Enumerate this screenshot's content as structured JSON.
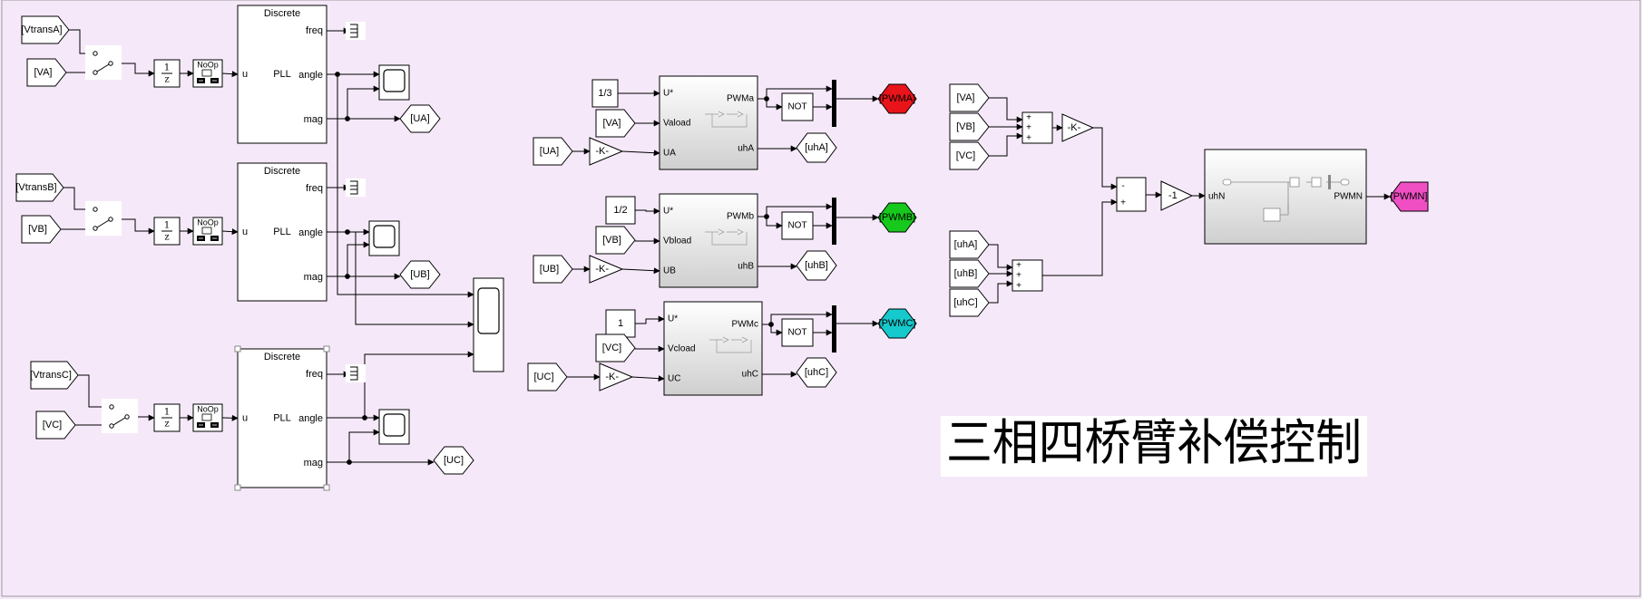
{
  "title": "三相四桥臂补偿控制",
  "colors": {
    "background": "#f5e9f9",
    "pwma": "#e8141a",
    "pwmb": "#17c91c",
    "pwmc": "#16c9cc",
    "pwmn": "#ef4fc3"
  },
  "pll": {
    "header": "Discrete",
    "name": "PLL",
    "in_port": "u",
    "out_ports": [
      "freq",
      "angle",
      "mag"
    ]
  },
  "phases": [
    {
      "trans_tag": "[VtransA]",
      "v_tag": "[VA]",
      "u_tag": "[UA]"
    },
    {
      "trans_tag": "[VtransB]",
      "v_tag": "[VB]",
      "u_tag": "[UB]"
    },
    {
      "trans_tag": "[VtransC]",
      "v_tag": "[VC]",
      "u_tag": "[UC]"
    }
  ],
  "blocks": {
    "delay_num": "1",
    "delay_den": "z",
    "noop": "NoOp",
    "gain": "-K-",
    "not": "NOT",
    "neg_one": "-1"
  },
  "subsystems": [
    {
      "const": "1/3",
      "v_in": "[VA]",
      "u_in": "[UA]",
      "port_u": "U*",
      "port_v": "Vaload",
      "port_ua": "UA",
      "out_pwm": "PWMa",
      "out_uh": "uhA",
      "uh_tag": "[uhA]",
      "pwm_tag": "[PWMA]"
    },
    {
      "const": "1/2",
      "v_in": "[VB]",
      "u_in": "[UB]",
      "port_u": "U*",
      "port_v": "Vbload",
      "port_ua": "UB",
      "out_pwm": "PWMb",
      "out_uh": "uhB",
      "uh_tag": "[uhB]",
      "pwm_tag": "[PWMB]"
    },
    {
      "const": "1",
      "v_in": "[VC]",
      "u_in": "[UC]",
      "port_u": "U*",
      "port_v": "Vcload",
      "port_ua": "UC",
      "out_pwm": "PWMc",
      "out_uh": "uhC",
      "uh_tag": "[uhC]",
      "pwm_tag": "[PWMC]"
    }
  ],
  "neutral": {
    "v_tags": [
      "[VA]",
      "[VB]",
      "[VC]"
    ],
    "uh_tags": [
      "[uhA]",
      "[uhB]",
      "[uhC]"
    ],
    "sum_signs": [
      "+",
      "+",
      "+"
    ],
    "sub_signs": [
      "-",
      "+"
    ],
    "port_in": "uhN",
    "port_out": "PWMN",
    "pwmn_tag": "[PWMN]"
  }
}
